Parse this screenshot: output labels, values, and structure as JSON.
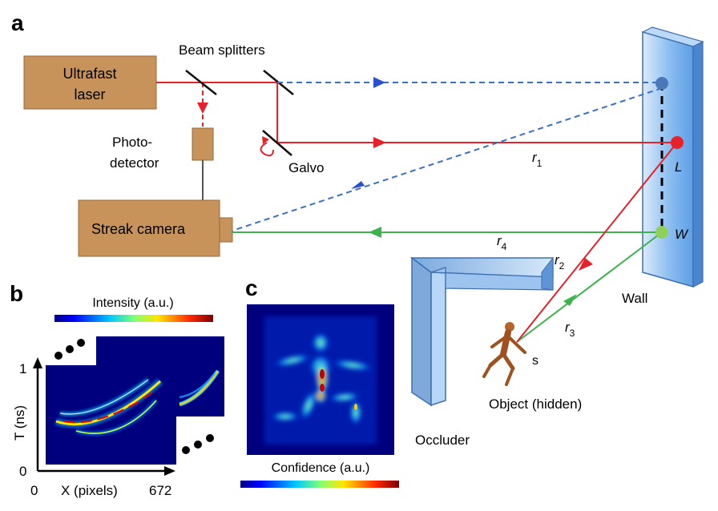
{
  "panel_labels": {
    "a": "a",
    "b": "b",
    "c": "c"
  },
  "components": {
    "laser": [
      "Ultrafast",
      "laser"
    ],
    "beam_splitters": "Beam splitters",
    "photodetector": [
      "Photo-",
      "detector"
    ],
    "galvo": "Galvo",
    "streak_camera": "Streak camera",
    "wall": "Wall",
    "occluder": "Occluder",
    "object": "Object (hidden)"
  },
  "points": {
    "L": "L",
    "W": "W",
    "s": "s"
  },
  "paths": {
    "r1": "r",
    "r2": "r",
    "r3": "r",
    "r4": "r",
    "sub1": "1",
    "sub2": "2",
    "sub3": "3",
    "sub4": "4"
  },
  "panel_b": {
    "colorbar_label": "Intensity (a.u.)",
    "y_axis": "T (ns)",
    "y_ticks": [
      "1",
      "0"
    ],
    "x_axis": "X (pixels)",
    "x_ticks": [
      "0",
      "672"
    ]
  },
  "panel_c": {
    "colorbar_label": "Confidence (a.u.)"
  },
  "colors": {
    "laser_box": "#c8935a",
    "red_beam": "#e8202a",
    "blue_dashed": "#3a6fc4",
    "green_beam": "#3cb44b",
    "wall": "#7fb4ec",
    "occluder": "#a9cdf2",
    "jet_dark": "#00007f"
  }
}
